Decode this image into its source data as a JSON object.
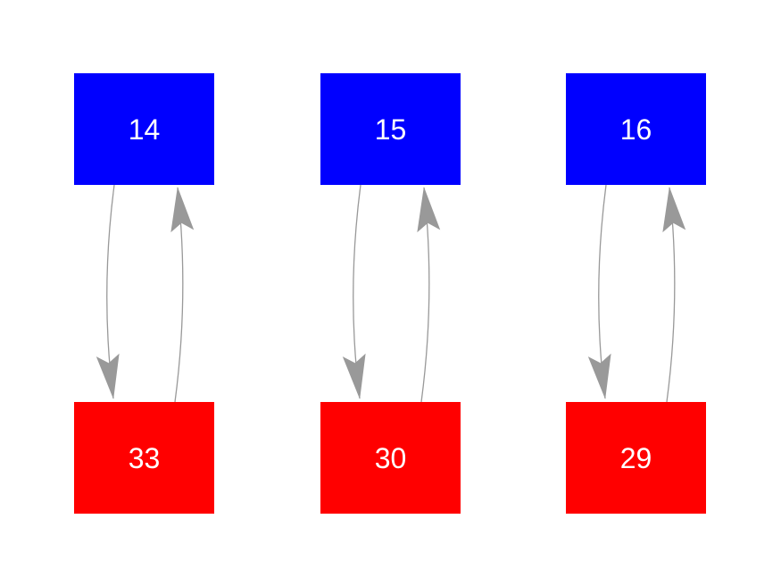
{
  "diagram": {
    "background_color": "#FFFFFF",
    "columns": [
      {
        "top": {
          "label": "14"
        },
        "bottom": {
          "label": "33"
        }
      },
      {
        "top": {
          "label": "15"
        },
        "bottom": {
          "label": "30"
        }
      },
      {
        "top": {
          "label": "16"
        },
        "bottom": {
          "label": "29"
        }
      }
    ],
    "edges": [
      {
        "from": "14",
        "to": "33",
        "direction": "down"
      },
      {
        "from": "33",
        "to": "14",
        "direction": "up"
      },
      {
        "from": "15",
        "to": "30",
        "direction": "down"
      },
      {
        "from": "30",
        "to": "15",
        "direction": "up"
      },
      {
        "from": "16",
        "to": "29",
        "direction": "down"
      },
      {
        "from": "29",
        "to": "16",
        "direction": "up"
      }
    ],
    "colors": {
      "top_node_fill": "#0000FF",
      "bottom_node_fill": "#FF0000",
      "node_text": "#FFFFFF",
      "edge": "#999999"
    }
  }
}
